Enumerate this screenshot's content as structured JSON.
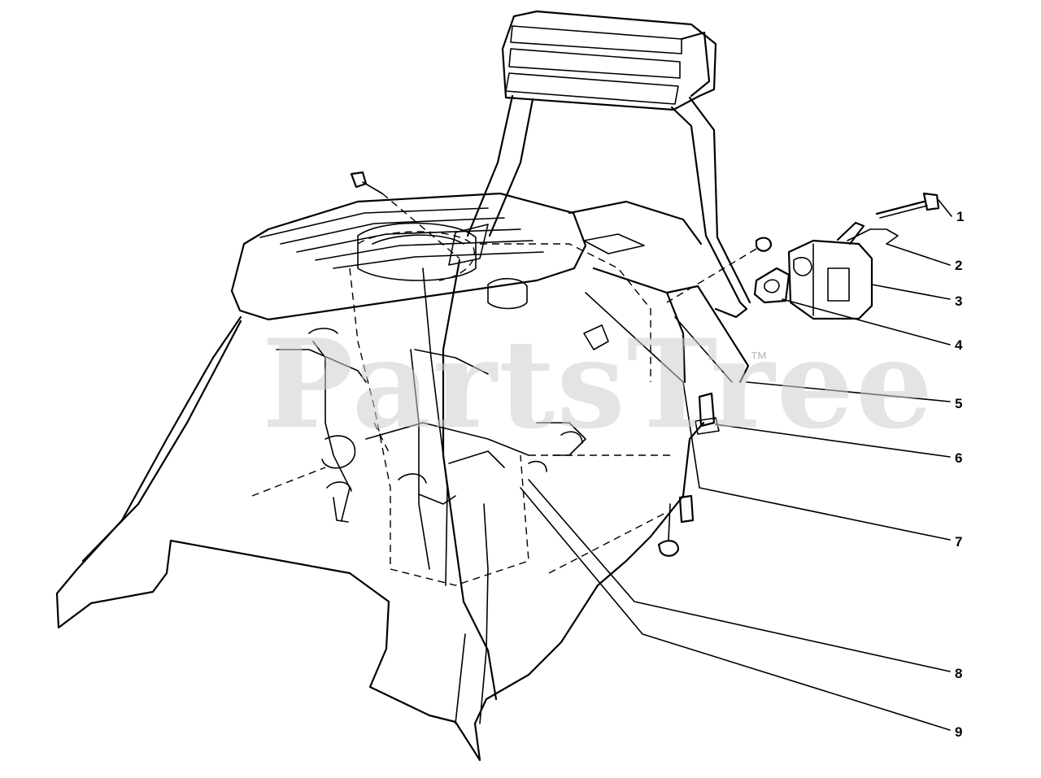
{
  "watermark": {
    "text": "PartsTree",
    "trademark": "™"
  },
  "callouts": [
    {
      "label": "1"
    },
    {
      "label": "2"
    },
    {
      "label": "3"
    },
    {
      "label": "4"
    },
    {
      "label": "5"
    },
    {
      "label": "6"
    },
    {
      "label": "7"
    },
    {
      "label": "8"
    },
    {
      "label": "9"
    }
  ]
}
